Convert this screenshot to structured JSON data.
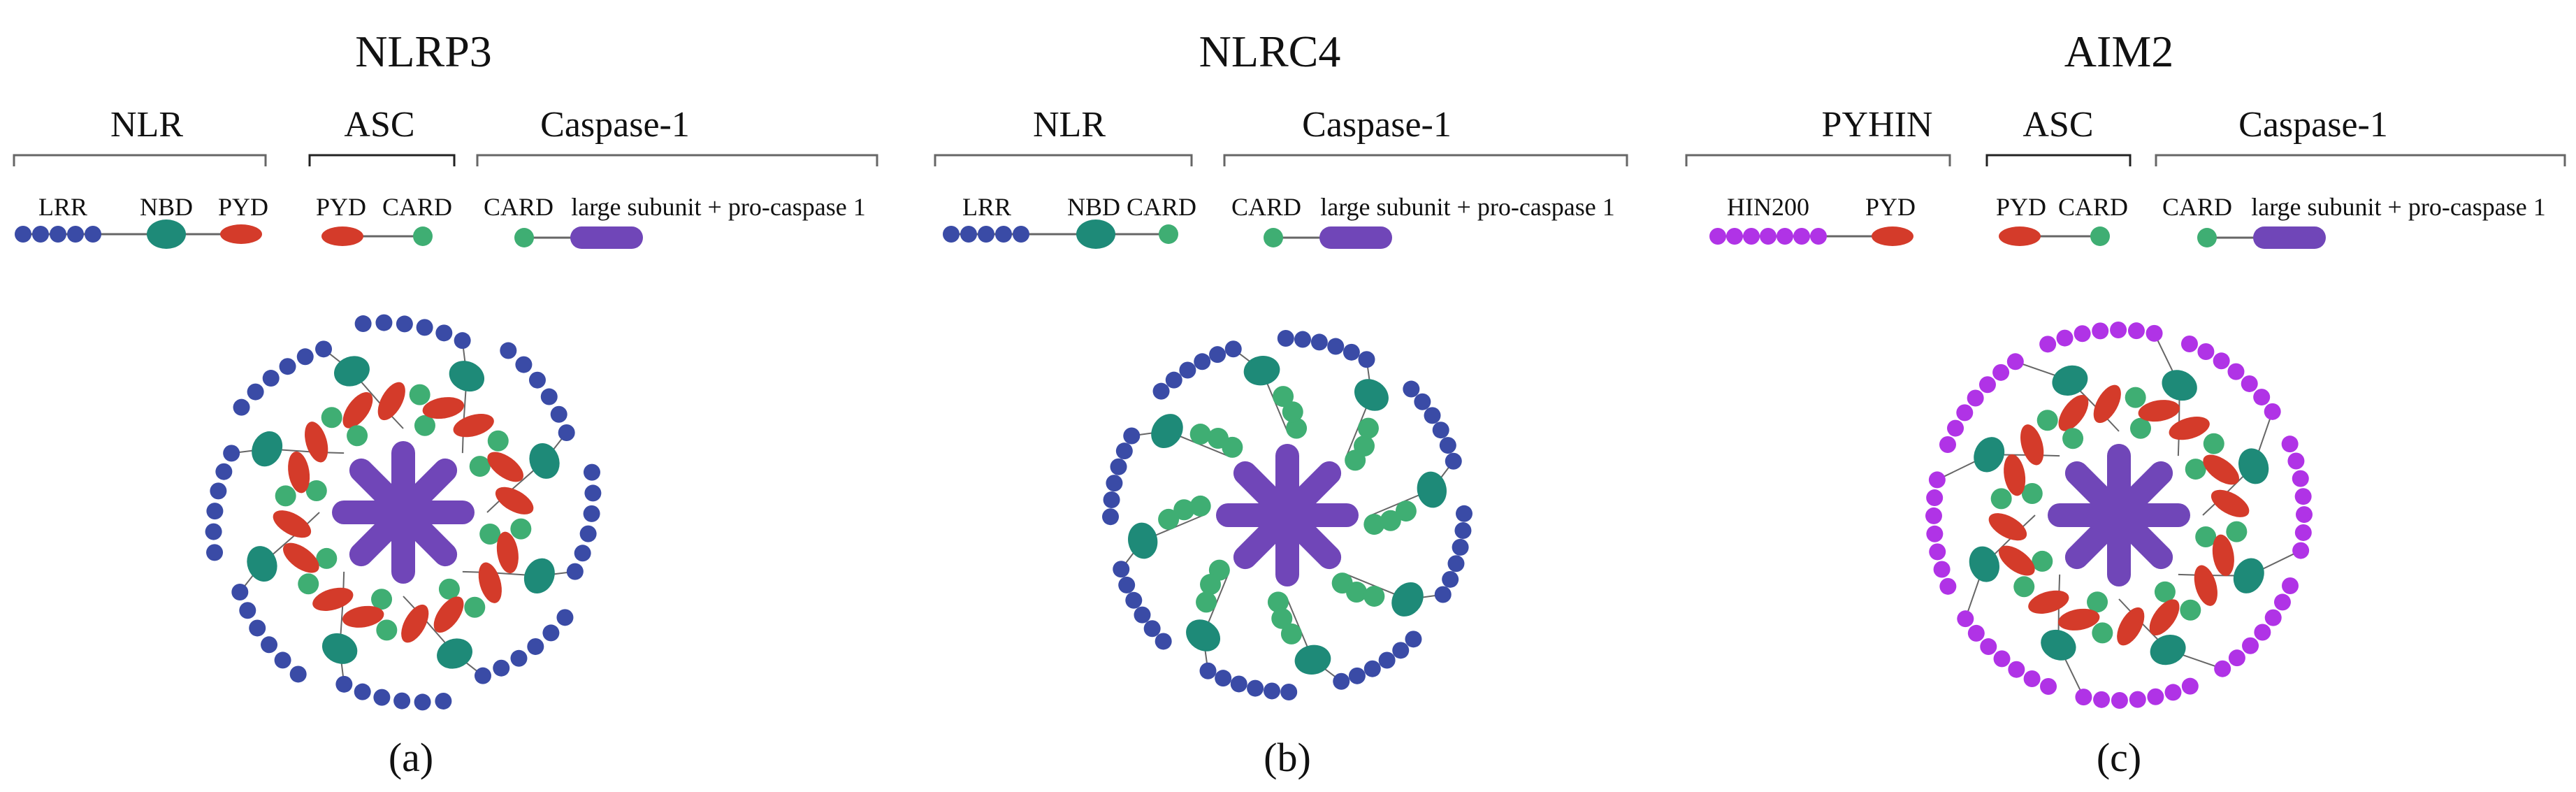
{
  "colors": {
    "lrr": "#3A4BA6",
    "nbd": "#1E8A78",
    "pyd": "#D43B2A",
    "card": "#3FAE73",
    "caspase": "#7046B8",
    "hin200": "#B033E6",
    "line": "#666666"
  },
  "panels": [
    {
      "title": "NLRP3",
      "label": "(a)",
      "groups": [
        {
          "name": "NLR",
          "domains": [
            "LRR",
            "NBD",
            "PYD"
          ]
        },
        {
          "name": "ASC",
          "domains": [
            "PYD",
            "CARD"
          ]
        },
        {
          "name": "Caspase-1",
          "domains": [
            "CARD",
            "large subunit + pro-caspase 1"
          ]
        }
      ]
    },
    {
      "title": "NLRC4",
      "label": "(b)",
      "groups": [
        {
          "name": "NLR",
          "domains": [
            "LRR",
            "NBD",
            "CARD"
          ]
        },
        {
          "name": "Caspase-1",
          "domains": [
            "CARD",
            "large subunit + pro-caspase 1"
          ]
        }
      ]
    },
    {
      "title": "AIM2",
      "label": "(c)",
      "groups": [
        {
          "name": "PYHIN",
          "domains": [
            "HIN200",
            "PYD"
          ]
        },
        {
          "name": "ASC",
          "domains": [
            "PYD",
            "CARD"
          ]
        },
        {
          "name": "Caspase-1",
          "domains": [
            "CARD",
            "large subunit + pro-caspase 1"
          ]
        }
      ]
    }
  ]
}
